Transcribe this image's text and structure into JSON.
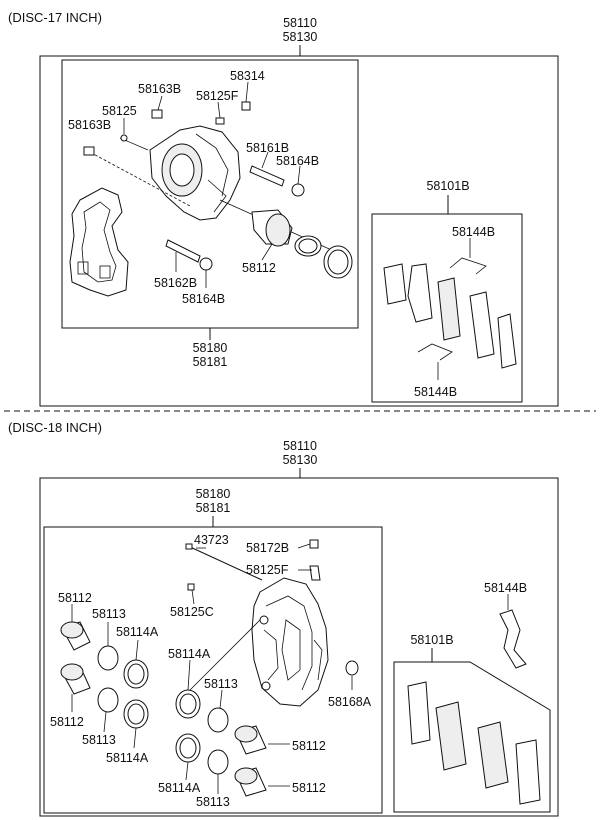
{
  "sections": [
    {
      "header": "(DISC-17 INCH)",
      "assembly_code": [
        "58110",
        "58130"
      ],
      "caliper_group_code": [
        "58180",
        "58181"
      ],
      "pad_kit_code": "58101B",
      "callouts": [
        "58163B",
        "58314",
        "58125",
        "58125F",
        "58163B",
        "58161B",
        "58164B",
        "58162B",
        "58112",
        "58164B",
        "58144B",
        "58144B"
      ]
    },
    {
      "header": "(DISC-18 INCH)",
      "assembly_code": [
        "58110",
        "58130"
      ],
      "caliper_group_code": [
        "58180",
        "58181"
      ],
      "pad_kit_code": "58101B",
      "callouts": [
        "43723",
        "58172B",
        "58125F",
        "58125C",
        "58112",
        "58113",
        "58114A",
        "58114A",
        "58113",
        "58168A",
        "58112",
        "58113",
        "58114A",
        "58112",
        "58114A",
        "58113",
        "58112",
        "58144B"
      ]
    }
  ]
}
